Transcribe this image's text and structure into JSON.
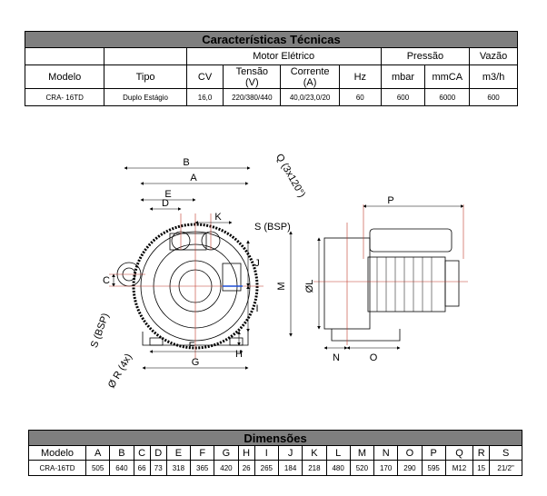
{
  "spec_table": {
    "title": "Características Técnicas",
    "group_motor": "Motor Elétrico",
    "group_pressao": "Pressão",
    "group_vazao": "Vazão",
    "headers": [
      "Modelo",
      "Tipo",
      "CV",
      "Tensão\n(V)",
      "Corrente\n(A)",
      "Hz",
      "mbar",
      "mmCA",
      "m3/h"
    ],
    "row": [
      "CRA- 16TD",
      "Duplo Estágio",
      "16,0",
      "220/380/440",
      "40,0/23,0/20",
      "60",
      "600",
      "6000",
      "600"
    ]
  },
  "drawing": {
    "labels": {
      "A": "A",
      "B": "B",
      "C": "C",
      "D": "D",
      "E": "E",
      "F": "F",
      "G": "G",
      "H": "H",
      "I": "I",
      "J": "J",
      "K": "K",
      "L": "ØL",
      "M": "M",
      "N": "N",
      "O": "O",
      "P": "P",
      "Q": "Q (3x120°)",
      "R": "Ø R (4x)",
      "S_top": "S (BSP)",
      "S_left": "S (BSP)"
    }
  },
  "dims_table": {
    "title": "Dimensões",
    "headers": [
      "Modelo",
      "A",
      "B",
      "C",
      "D",
      "E",
      "F",
      "G",
      "H",
      "I",
      "J",
      "K",
      "L",
      "M",
      "N",
      "O",
      "P",
      "Q",
      "R",
      "S"
    ],
    "row": [
      "CRA-16TD",
      "505",
      "640",
      "66",
      "73",
      "318",
      "365",
      "420",
      "26",
      "265",
      "184",
      "218",
      "480",
      "520",
      "170",
      "290",
      "595",
      "M12",
      "15",
      "21/2\""
    ]
  },
  "colors": {
    "header_bg": "#7f7f7f",
    "line": "#c0392b",
    "centerline": "#1f4fd6"
  }
}
